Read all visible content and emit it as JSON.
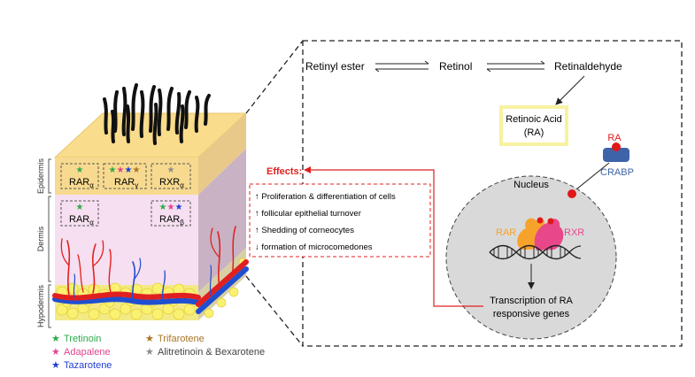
{
  "skin": {
    "layers": {
      "epidermis": "Epidermis",
      "dermis": "Dermis",
      "hypodermis": "Hypodermis"
    },
    "receptors": {
      "epi_rar_alpha": {
        "base": "RAR",
        "sub": "α"
      },
      "epi_rar_gamma": {
        "base": "RAR",
        "sub": "γ"
      },
      "epi_rxr_alpha": {
        "base": "RXR",
        "sub": "α"
      },
      "der_rar_alpha": {
        "base": "RAR",
        "sub": "α"
      },
      "der_rar_beta": {
        "base": "RAR",
        "sub": "β"
      }
    }
  },
  "legend": {
    "star": "★",
    "tretinoin": {
      "label": "Tretinoin",
      "color": "#2eaa4a"
    },
    "adapalene": {
      "label": "Adapalene",
      "color": "#e0448e"
    },
    "tazarotene": {
      "label": "Tazarotene",
      "color": "#1f3fd1"
    },
    "trifarotene": {
      "label": "Trifarotene",
      "color": "#a87424"
    },
    "alitretinoin_bexarotene": {
      "label": "Alitretinoin & Bexarotene",
      "color": "#8c8c8c"
    }
  },
  "effects": {
    "title": "Effects:",
    "items": [
      "↑ Proliferation & differentiation of cells",
      "↑ follicular epithelial turnover",
      "↑ Shedding of corneocytes",
      "↓ formation of microcomedones"
    ],
    "color": "#e02020"
  },
  "pathway": {
    "retinyl_ester": "Retinyl ester",
    "retinol": "Retinol",
    "retinaldehyde": "Retinaldehyde",
    "retinoic_acid_line1": "Retinoic Acid",
    "retinoic_acid_line2": "(RA)",
    "ra": "RA",
    "crabp": "CRABP",
    "nucleus": "Nucleus",
    "rar": "RAR",
    "rxr": "RXR",
    "transcription_line1": "Transcription of RA",
    "transcription_line2": "responsive genes"
  },
  "colors": {
    "epidermis": "#f7da8f",
    "dermis": "#f6dff0",
    "hypodermis_fat": "#f7e95a",
    "nucleus_fill": "#d9d9d9",
    "ra_box_border": "#f7f2a0",
    "crabp": "#3f63a8",
    "ra_dot": "#e01818",
    "rar_protein": "#f7a32b",
    "rxr_protein": "#e8488a",
    "artery": "#e02020",
    "vein": "#1f4fd0"
  }
}
